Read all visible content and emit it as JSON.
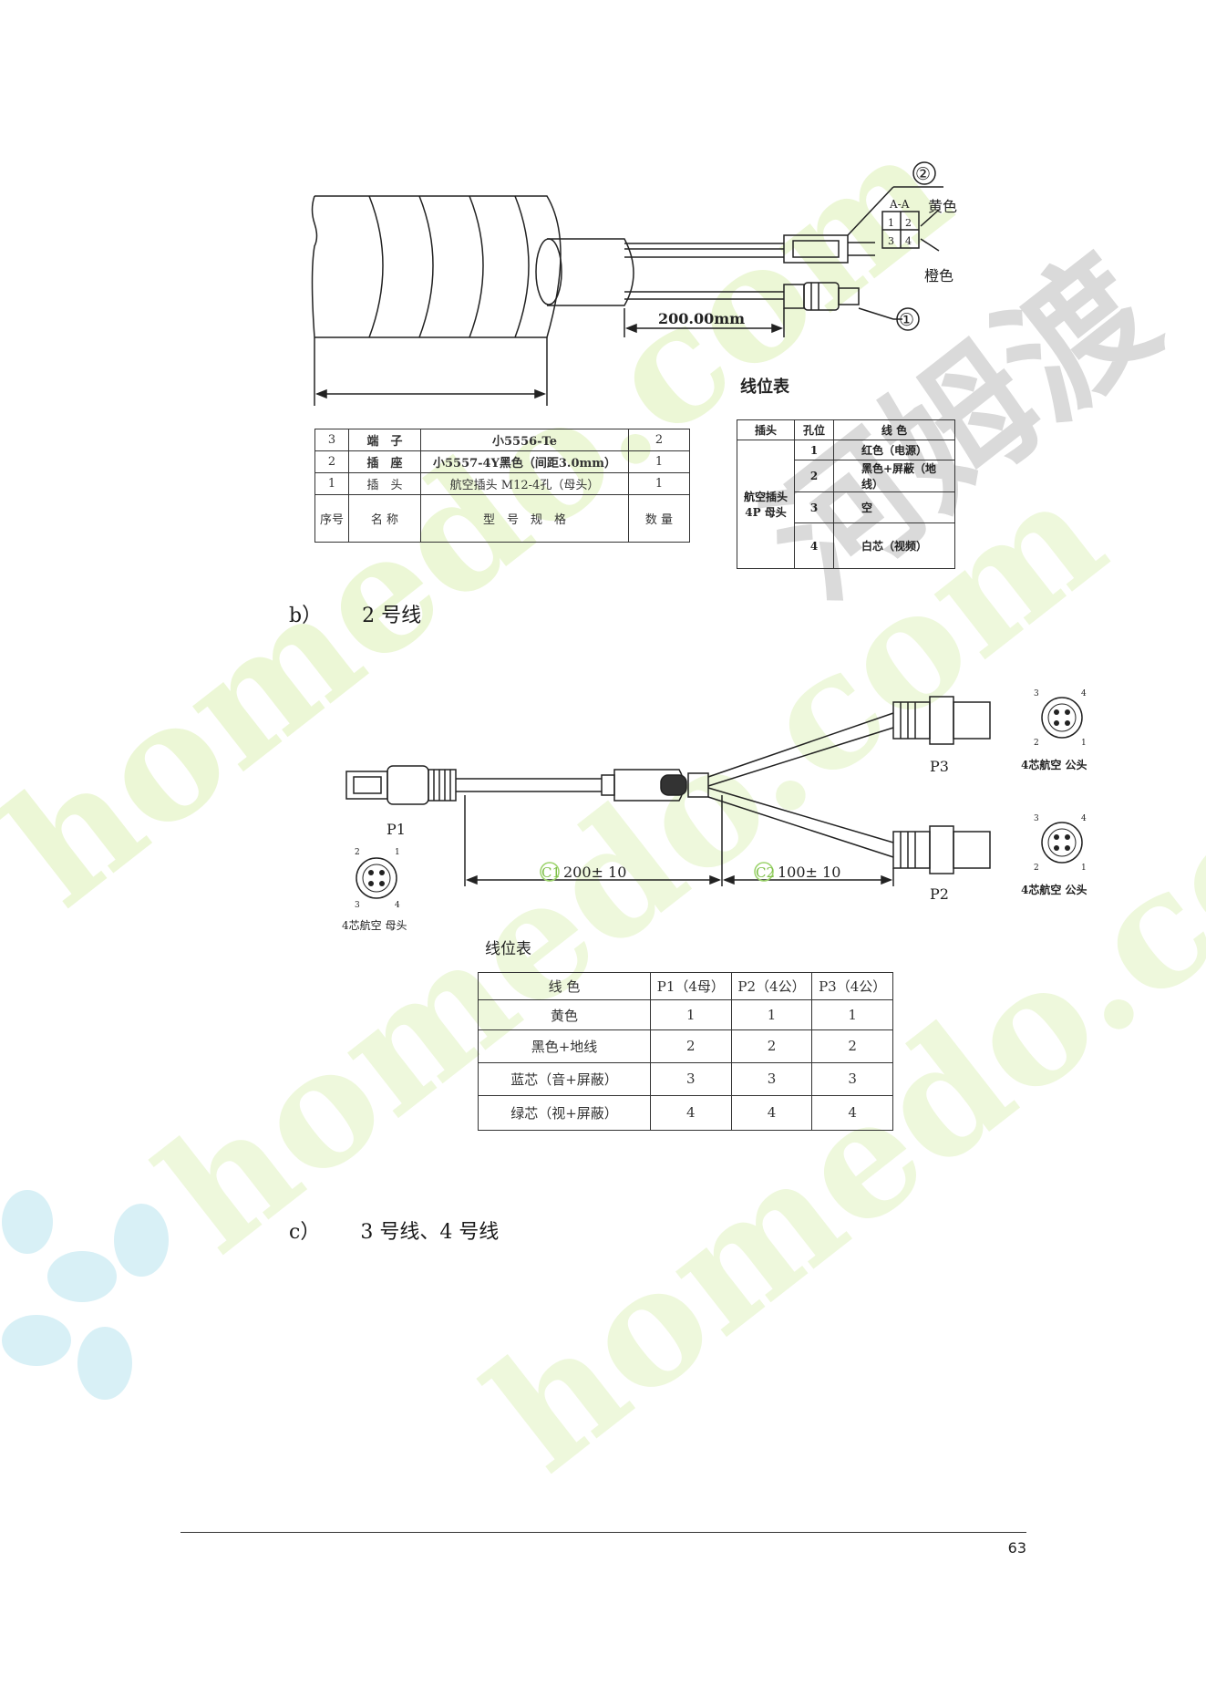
{
  "watermark": {
    "text_1": "homedo.com",
    "text_2": "homedo.com",
    "text_3": "homedo.com",
    "brand": "河姆渡",
    "colors": {
      "green": "#eaf6d2",
      "cyan": "#dff3f8",
      "gray": "#d9d9d9"
    }
  },
  "figure1": {
    "callout_2": "②",
    "callout_1": "①",
    "section_label": "A-A",
    "color_yellow": "黄色",
    "color_orange": "橙色",
    "pins": [
      "1",
      "2",
      "3",
      "4"
    ],
    "dimension": "200.00mm",
    "wire_table_title": "线位表"
  },
  "bom_table": {
    "rows": [
      {
        "seq": "3",
        "name": "端　子",
        "spec": "小5556-Te",
        "qty": "2"
      },
      {
        "seq": "2",
        "name": "插　座",
        "spec": "小5557-4Y黑色（间距3.0mm）",
        "qty": "1"
      },
      {
        "seq": "1",
        "name": "插　头",
        "spec": "航空插头 M12-4孔（母头）",
        "qty": "1"
      }
    ],
    "header": {
      "seq": "序号",
      "name": "名 称",
      "spec": "型　号　规　格",
      "qty": "数 量"
    }
  },
  "wire_table_1": {
    "headers": {
      "plug": "插头",
      "hole": "孔位",
      "color": "线 色"
    },
    "plug_label_line1": "航空插头",
    "plug_label_line2": "4P 母头",
    "rows": [
      {
        "hole": "1",
        "color": "红色（电源）"
      },
      {
        "hole": "2",
        "color": "黑色+屏蔽（地线）"
      },
      {
        "hole": "3",
        "color": "空"
      },
      {
        "hole": "4",
        "color": "白芯（视频）"
      }
    ]
  },
  "caption_b": {
    "letter": "b）",
    "text": "2 号线"
  },
  "figure2": {
    "p1": "P1",
    "p2": "P2",
    "p3": "P3",
    "c1": "C1",
    "c2": "C2",
    "dim1": "200± 10",
    "dim2": "100± 10",
    "female_label": "4芯航空  母头",
    "male_label_top": "4芯航空  公头",
    "male_label_bottom": "4芯航空  公头",
    "pin_digits": [
      "1",
      "2",
      "3",
      "4"
    ],
    "wire_table_title": "线位表"
  },
  "wire_table_2": {
    "headers": [
      "线 色",
      "P1（4母）",
      "P2（4公）",
      "P3（4公）"
    ],
    "rows": [
      [
        "黄色",
        "1",
        "1",
        "1"
      ],
      [
        "黑色+地线",
        "2",
        "2",
        "2"
      ],
      [
        "蓝芯（音+屏蔽）",
        "3",
        "3",
        "3"
      ],
      [
        "绿芯（视+屏蔽）",
        "4",
        "4",
        "4"
      ]
    ]
  },
  "caption_c": {
    "letter": "c）",
    "text": "3 号线、4 号线"
  },
  "footer": {
    "page_number": "63"
  }
}
